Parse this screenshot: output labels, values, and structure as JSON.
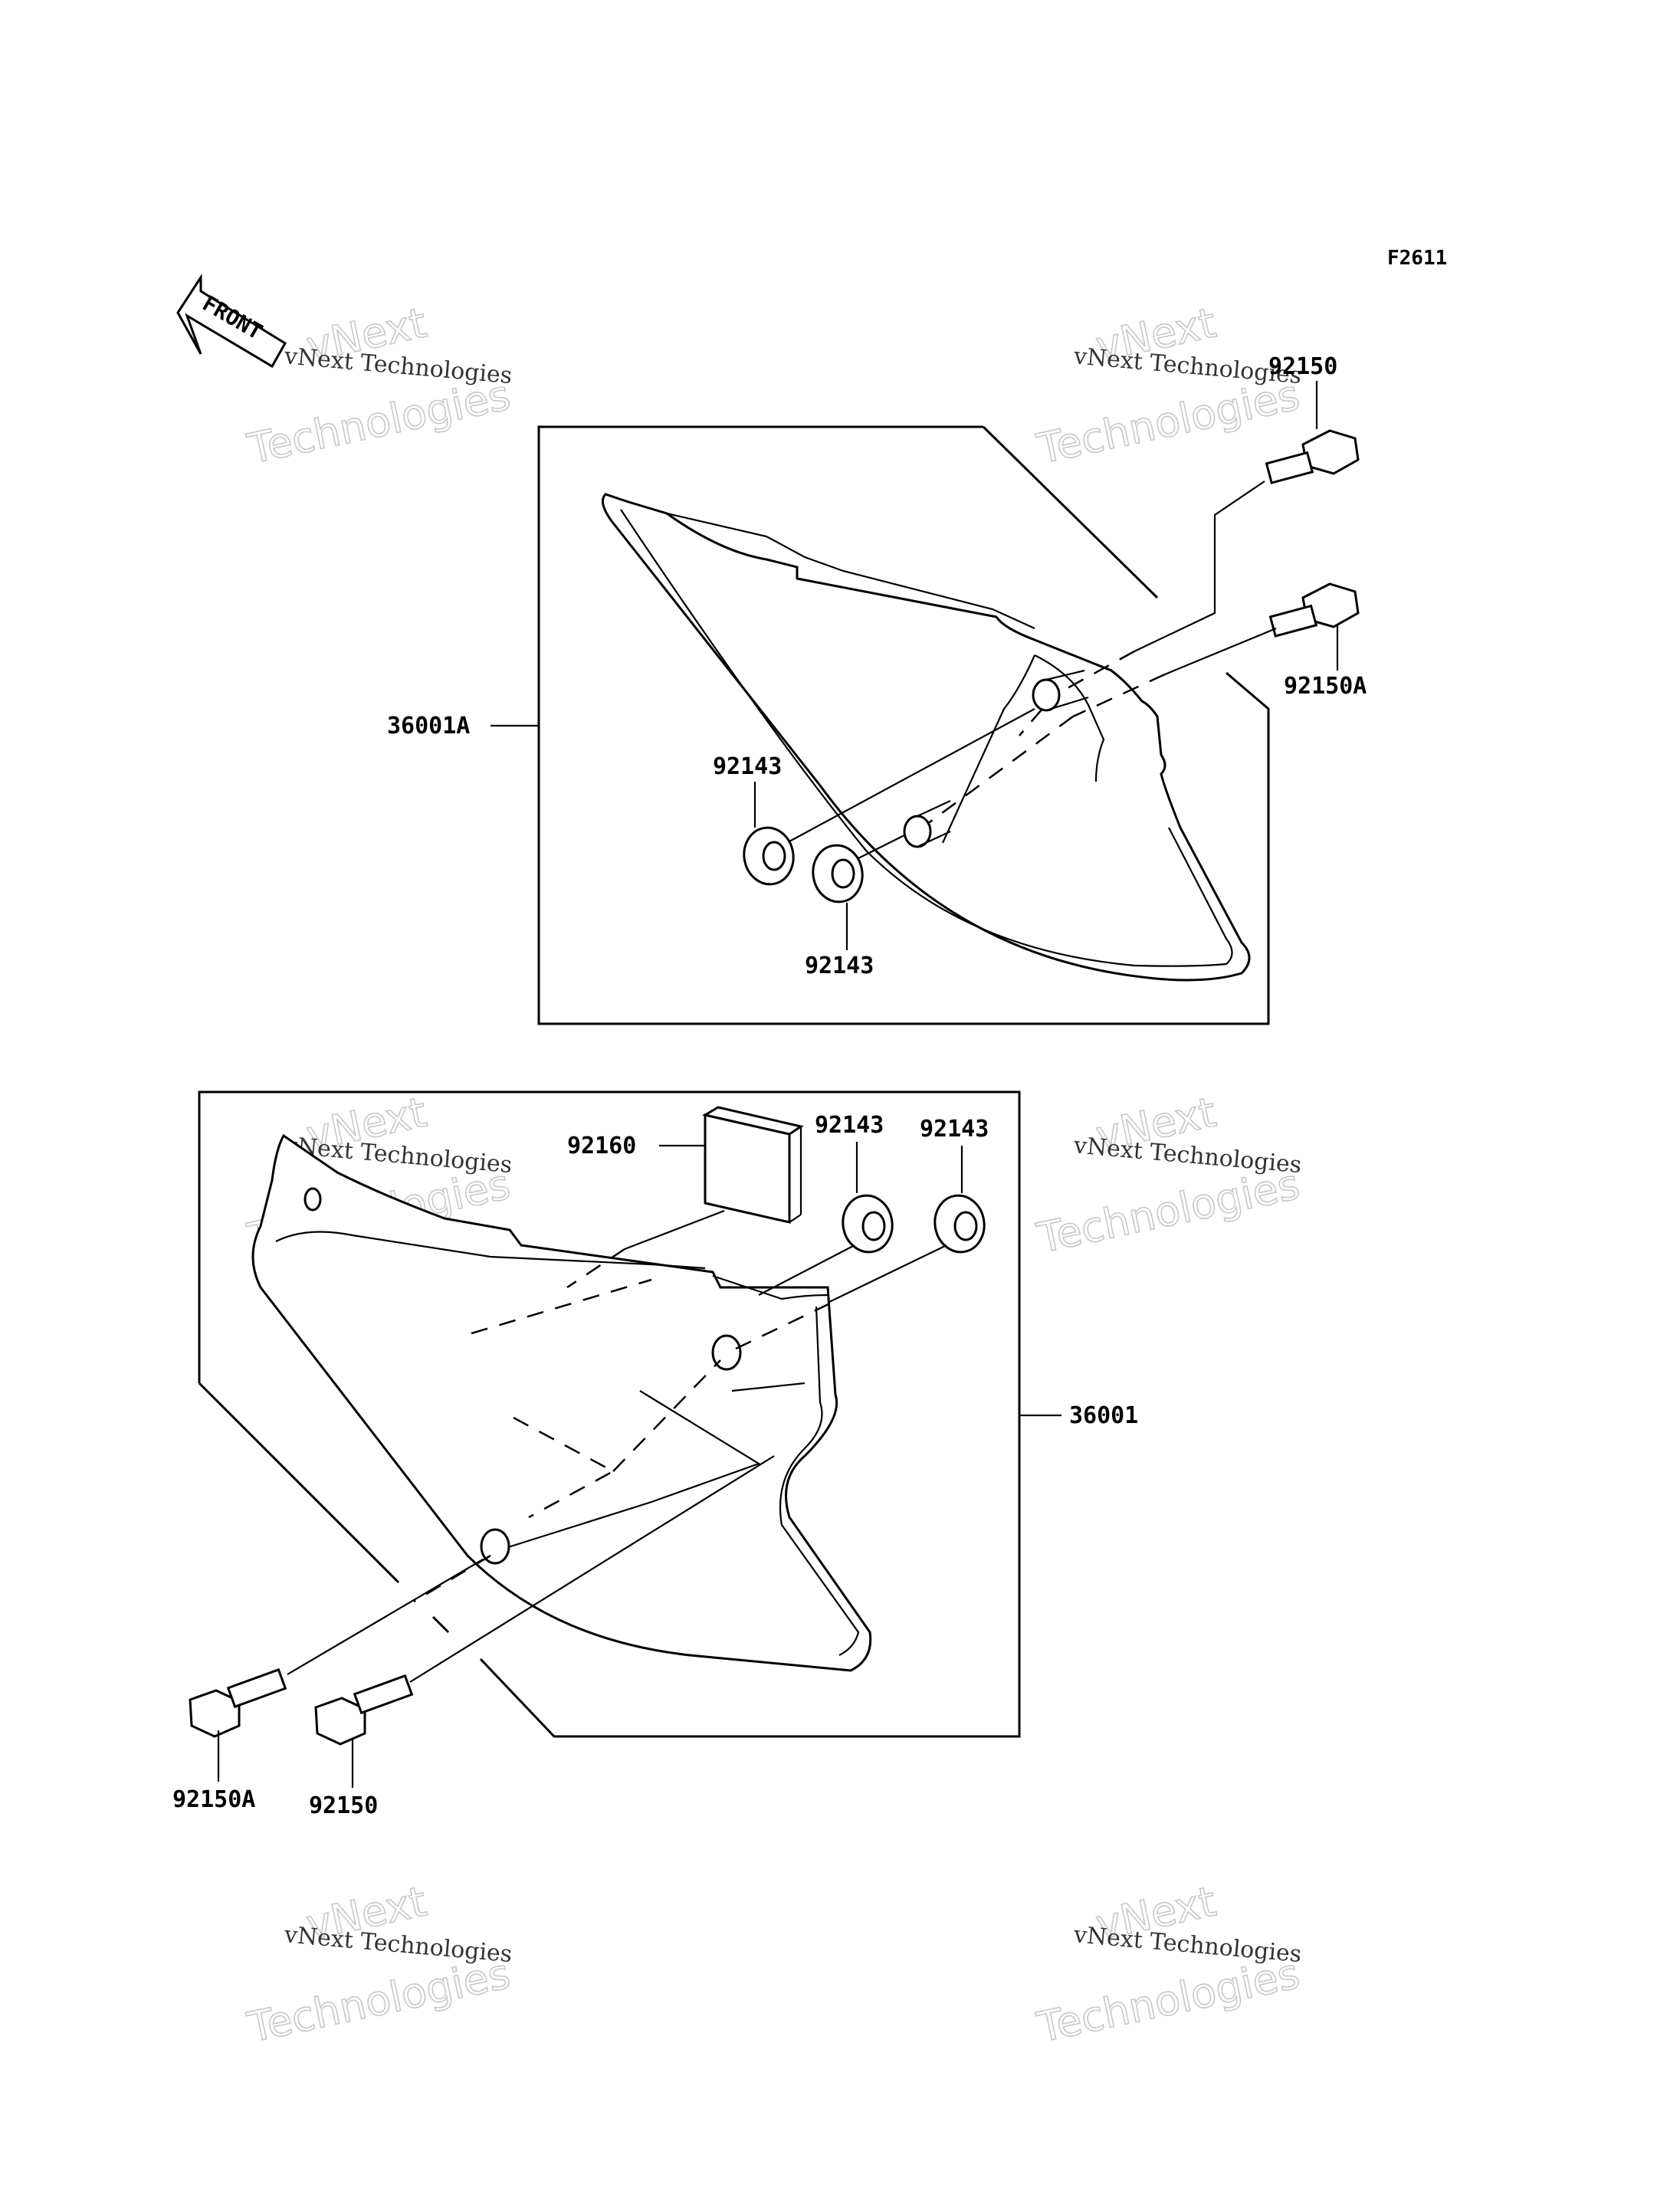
{
  "figure_code": "F2611",
  "front_label": "FRONT",
  "watermark": {
    "line1": "vNext",
    "line2": "vNext Technologies",
    "line3": "Technologies"
  },
  "callouts": {
    "top_bolt_upper": "92150",
    "top_bolt_lower": "92150A",
    "top_cover": "36001A",
    "top_grommet_upper": "92143",
    "top_grommet_lower": "92143",
    "bottom_pad": "92160",
    "bottom_grommet_left": "92143",
    "bottom_grommet_right": "92143",
    "bottom_cover": "36001",
    "bottom_bolt_left": "92150A",
    "bottom_bolt_right": "92150"
  },
  "icons": [
    "front-arrow-icon",
    "bolt-icon",
    "grommet-icon",
    "pad-icon",
    "side-cover-icon"
  ]
}
